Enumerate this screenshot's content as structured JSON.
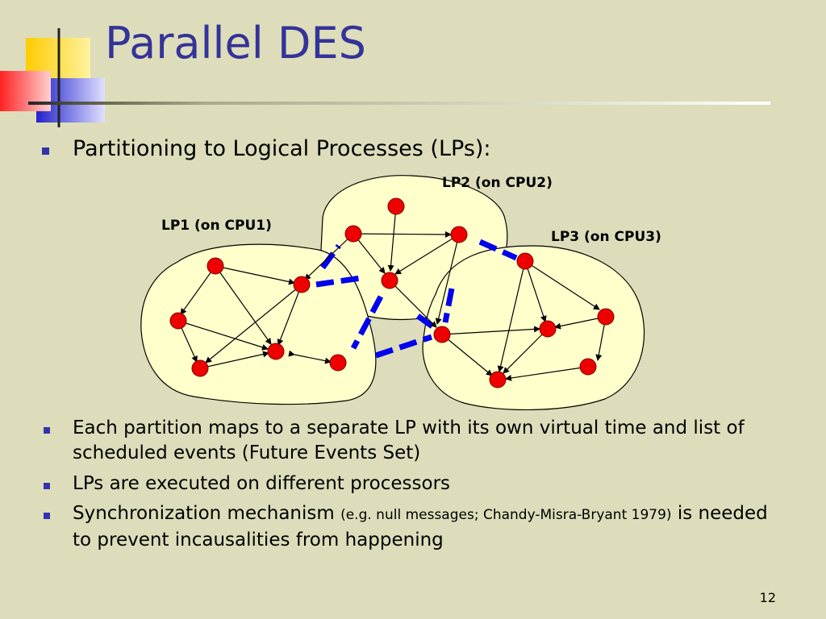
{
  "slide": {
    "title": "Parallel DES",
    "main_bullet": "Partitioning to Logical Processes (LPs):",
    "page_number": "12"
  },
  "diagram": {
    "labels": {
      "lp1": "LP1 (on CPU1)",
      "lp2": "LP2 (on CPU2)",
      "lp3": "LP3 (on CPU3)"
    },
    "colors": {
      "region_fill": "#FFFFCC",
      "node_fill": "#EE0000",
      "cross_link": "#0000EE"
    }
  },
  "bullets": [
    {
      "text": "Each partition maps to a separate LP with its own virtual time and list of scheduled events (Future Events Set)"
    },
    {
      "text": "LPs are executed on different processors"
    },
    {
      "text_before": "Synchronization mechanism ",
      "text_small": "(e.g. null messages; Chandy-Misra-Bryant 1979)",
      "text_after": " is needed to prevent incausalities from happening"
    }
  ]
}
